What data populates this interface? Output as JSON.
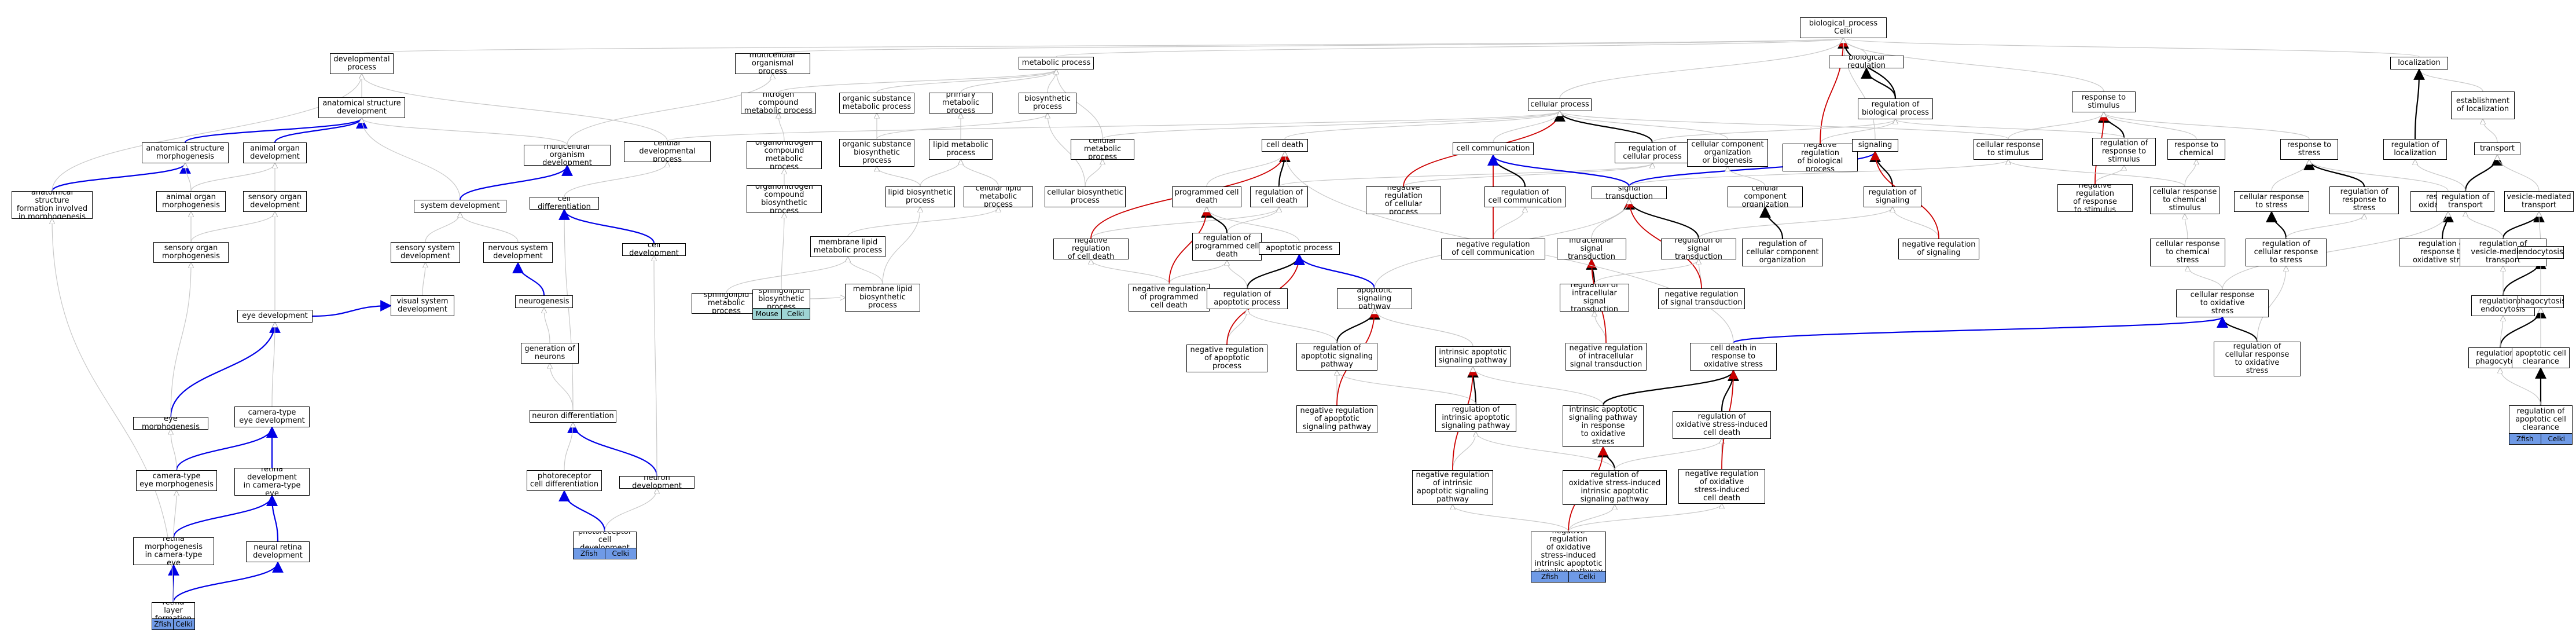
{
  "colors": {
    "is_a": "#c8c8c8",
    "part_of": "#000000",
    "regulates": "#0000e6",
    "negatively_regulates": "#cc0000",
    "annotated_blue": "#6f9ae6",
    "annotated_teal": "#9ed5d5"
  },
  "nodes": [
    {
      "id": "bp",
      "label": "biological_process\nCelki",
      "tags": []
    },
    {
      "id": "breg",
      "label": "biological regulation",
      "tags": []
    },
    {
      "id": "regbp",
      "label": "regulation of\nbiological process",
      "tags": []
    },
    {
      "id": "negregbp",
      "label": "negative regulation\nof biological\nprocess",
      "tags": []
    },
    {
      "id": "cellproc",
      "label": "cellular process",
      "tags": []
    },
    {
      "id": "metab",
      "label": "metabolic process",
      "tags": []
    },
    {
      "id": "multi",
      "label": "multicellular\norganismal process",
      "tags": []
    },
    {
      "id": "dev",
      "label": "developmental\nprocess",
      "tags": []
    },
    {
      "id": "anatdev",
      "label": "anatomical structure\ndevelopment",
      "tags": []
    },
    {
      "id": "anatmorph",
      "label": "anatomical structure\nmorphogenesis",
      "tags": []
    },
    {
      "id": "anatform",
      "label": "anatomical structure\nformation involved\nin morphogenesis",
      "tags": []
    },
    {
      "id": "animorgdev",
      "label": "animal organ\ndevelopment",
      "tags": []
    },
    {
      "id": "animorgmorph",
      "label": "animal organ\nmorphogenesis",
      "tags": []
    },
    {
      "id": "sensorgdev",
      "label": "sensory organ\ndevelopment",
      "tags": []
    },
    {
      "id": "sensorgmorph",
      "label": "sensory organ\nmorphogenesis",
      "tags": []
    },
    {
      "id": "sysdev",
      "label": "system development",
      "tags": []
    },
    {
      "id": "multidev",
      "label": "multicellular\norganism development",
      "tags": []
    },
    {
      "id": "sensys",
      "label": "sensory system\ndevelopment",
      "tags": []
    },
    {
      "id": "visys",
      "label": "visual system\ndevelopment",
      "tags": []
    },
    {
      "id": "eyedev",
      "label": "eye development",
      "tags": []
    },
    {
      "id": "eyemorph",
      "label": "eye morphogenesis",
      "tags": []
    },
    {
      "id": "camdev",
      "label": "camera-type\neye development",
      "tags": []
    },
    {
      "id": "cammorph",
      "label": "camera-type\neye morphogenesis",
      "tags": []
    },
    {
      "id": "retinadev",
      "label": "retina development\nin camera-type\neye",
      "tags": []
    },
    {
      "id": "retinamorph",
      "label": "retina morphogenesis\nin camera-type\neye",
      "tags": []
    },
    {
      "id": "neuralretina",
      "label": "neural retina\ndevelopment",
      "tags": []
    },
    {
      "id": "retlayer",
      "label": "retina layer\nformation",
      "tags": [
        "Zfish",
        "Celki"
      ]
    },
    {
      "id": "nervsys",
      "label": "nervous system\ndevelopment",
      "tags": []
    },
    {
      "id": "neurogen",
      "label": "neurogenesis",
      "tags": []
    },
    {
      "id": "genneur",
      "label": "generation of\nneurons",
      "tags": []
    },
    {
      "id": "neurdiff",
      "label": "neuron differentiation",
      "tags": []
    },
    {
      "id": "neurdev",
      "label": "neuron development",
      "tags": []
    },
    {
      "id": "photodiff",
      "label": "photoreceptor\ncell differentiation",
      "tags": []
    },
    {
      "id": "photodev",
      "label": "photoreceptor\ncell development",
      "tags": [
        "Zfish",
        "Celki"
      ]
    },
    {
      "id": "celldiff",
      "label": "cell differentiation",
      "tags": []
    },
    {
      "id": "celldev",
      "label": "cell development",
      "tags": []
    },
    {
      "id": "celldevproc",
      "label": "cellular developmental\nprocess",
      "tags": []
    },
    {
      "id": "nitro",
      "label": "nitrogen compound\nmetabolic process",
      "tags": []
    },
    {
      "id": "orgsub",
      "label": "organic substance\nmetabolic process",
      "tags": []
    },
    {
      "id": "primmet",
      "label": "primary metabolic\nprocess",
      "tags": []
    },
    {
      "id": "biosyn",
      "label": "biosynthetic\nprocess",
      "tags": []
    },
    {
      "id": "organonit",
      "label": "organonitrogen\ncompound metabolic\nprocess",
      "tags": []
    },
    {
      "id": "organonitbio",
      "label": "organonitrogen\ncompound biosynthetic\nprocess",
      "tags": []
    },
    {
      "id": "orgsubbio",
      "label": "organic substance\nbiosynthetic\nprocess",
      "tags": []
    },
    {
      "id": "lipmet",
      "label": "lipid metabolic\nprocess",
      "tags": []
    },
    {
      "id": "lipbio",
      "label": "lipid biosynthetic\nprocess",
      "tags": []
    },
    {
      "id": "celllipmet",
      "label": "cellular lipid\nmetabolic process",
      "tags": []
    },
    {
      "id": "cellmet",
      "label": "cellular metabolic\nprocess",
      "tags": []
    },
    {
      "id": "cellbio",
      "label": "cellular biosynthetic\nprocess",
      "tags": []
    },
    {
      "id": "memlip",
      "label": "membrane lipid\nmetabolic process",
      "tags": []
    },
    {
      "id": "memlipbio",
      "label": "membrane lipid\nbiosynthetic\nprocess",
      "tags": []
    },
    {
      "id": "sphmet",
      "label": "sphingolipid\nmetabolic process",
      "tags": []
    },
    {
      "id": "sphbio",
      "label": "sphingolipid\nbiosynthetic\nprocess",
      "tags": [
        "Mouse",
        "Celki"
      ]
    },
    {
      "id": "celldeath",
      "label": "cell death",
      "tags": []
    },
    {
      "id": "progcelldeath",
      "label": "programmed cell\ndeath",
      "tags": []
    },
    {
      "id": "regcelldeath",
      "label": "regulation of\ncell death",
      "tags": []
    },
    {
      "id": "negregcelldeath",
      "label": "negative regulation\nof cell death",
      "tags": []
    },
    {
      "id": "regprog",
      "label": "regulation of\nprogrammed cell\ndeath",
      "tags": []
    },
    {
      "id": "negregprog",
      "label": "negative regulation\nof programmed\ncell death",
      "tags": []
    },
    {
      "id": "apop",
      "label": "apoptotic process",
      "tags": []
    },
    {
      "id": "regapop",
      "label": "regulation of\napoptotic process",
      "tags": []
    },
    {
      "id": "negregapop",
      "label": "negative regulation\nof apoptotic\nprocess",
      "tags": []
    },
    {
      "id": "apopsig",
      "label": "apoptotic signaling\npathway",
      "tags": []
    },
    {
      "id": "regapopsig",
      "label": "regulation of\napoptotic signaling\npathway",
      "tags": []
    },
    {
      "id": "negregapopsig",
      "label": "negative regulation\nof apoptotic\nsignaling pathway",
      "tags": []
    },
    {
      "id": "intrapop",
      "label": "intrinsic apoptotic\nsignaling pathway",
      "tags": []
    },
    {
      "id": "regintrapop",
      "label": "regulation of\nintrinsic apoptotic\nsignaling pathway",
      "tags": []
    },
    {
      "id": "negregintrapop",
      "label": "negative regulation\nof intrinsic\napoptotic signaling\npathway",
      "tags": []
    },
    {
      "id": "negregcellproc",
      "label": "negative regulation\nof cellular\nprocess",
      "tags": []
    },
    {
      "id": "regcellproc",
      "label": "regulation of\ncellular process",
      "tags": []
    },
    {
      "id": "cellcomm",
      "label": "cell communication",
      "tags": []
    },
    {
      "id": "regcellcomm",
      "label": "regulation of\ncell communication",
      "tags": []
    },
    {
      "id": "negregcellcomm",
      "label": "negative regulation\nof cell communication",
      "tags": []
    },
    {
      "id": "sigtrans",
      "label": "signal transduction",
      "tags": []
    },
    {
      "id": "regsigtrans",
      "label": "regulation of\nsignal transduction",
      "tags": []
    },
    {
      "id": "negregsigtrans",
      "label": "negative regulation\nof signal transduction",
      "tags": []
    },
    {
      "id": "intrasig",
      "label": "intracellular\nsignal transduction",
      "tags": []
    },
    {
      "id": "regintrasig",
      "label": "regulation of\nintracellular\nsignal transduction",
      "tags": []
    },
    {
      "id": "negregintrasig",
      "label": "negative regulation\nof intracellular\nsignal transduction",
      "tags": []
    },
    {
      "id": "cellcomporg",
      "label": "cellular component\norganization\nor biogenesis",
      "tags": []
    },
    {
      "id": "cellcomporg2",
      "label": "cellular component\norganization",
      "tags": []
    },
    {
      "id": "regcellcomporg",
      "label": "regulation of\ncellular component\norganization",
      "tags": []
    },
    {
      "id": "signaling",
      "label": "signaling",
      "tags": []
    },
    {
      "id": "regsignaling",
      "label": "regulation of\nsignaling",
      "tags": []
    },
    {
      "id": "negregsignaling",
      "label": "negative regulation\nof signaling",
      "tags": []
    },
    {
      "id": "cellrespstim",
      "label": "cellular response\nto stimulus",
      "tags": []
    },
    {
      "id": "respstim",
      "label": "response to\nstimulus",
      "tags": []
    },
    {
      "id": "regrespstim",
      "label": "regulation of\nresponse to\nstimulus",
      "tags": []
    },
    {
      "id": "negregrespstim",
      "label": "negative regulation\nof response\nto stimulus",
      "tags": []
    },
    {
      "id": "respchem",
      "label": "response to\nchemical",
      "tags": []
    },
    {
      "id": "cellrespchem",
      "label": "cellular response\nto chemical\nstimulus",
      "tags": []
    },
    {
      "id": "respstress",
      "label": "response to\nstress",
      "tags": []
    },
    {
      "id": "cellrespstress",
      "label": "cellular response\nto stress",
      "tags": []
    },
    {
      "id": "regrespstress",
      "label": "regulation of\nresponse to\nstress",
      "tags": []
    },
    {
      "id": "regcellrespstress",
      "label": "regulation of\ncellular response\nto stress",
      "tags": []
    },
    {
      "id": "respox",
      "label": "response to\noxidative stress",
      "tags": []
    },
    {
      "id": "regrespox",
      "label": "regulation of\nresponse to\noxidative stress",
      "tags": []
    },
    {
      "id": "cellrespchemstress",
      "label": "cellular response\nto chemical\nstress",
      "tags": []
    },
    {
      "id": "cellrespox",
      "label": "cellular response\nto oxidative\nstress",
      "tags": []
    },
    {
      "id": "regcellrespox",
      "label": "regulation of\ncellular response\nto oxidative\nstress",
      "tags": []
    },
    {
      "id": "celldeathox",
      "label": "cell death in\nresponse to\noxidative stress",
      "tags": []
    },
    {
      "id": "intrapopox",
      "label": "intrinsic apoptotic\nsignaling pathway\nin response\nto oxidative\nstress",
      "tags": []
    },
    {
      "id": "regoxdeath",
      "label": "regulation of\noxidative stress-induced\ncell death",
      "tags": []
    },
    {
      "id": "regoxintr",
      "label": "regulation of\noxidative stress-induced\nintrinsic apoptotic\nsignaling pathway",
      "tags": []
    },
    {
      "id": "negregoxdeath",
      "label": "negative regulation\nof oxidative\nstress-induced\ncell death",
      "tags": []
    },
    {
      "id": "negregoxintr",
      "label": "negative regulation\nof oxidative\nstress-induced\nintrinsic apoptotic\nsignaling pathway",
      "tags": [
        "Zfish",
        "Celki"
      ]
    },
    {
      "id": "localization",
      "label": "localization",
      "tags": []
    },
    {
      "id": "estloc",
      "label": "establishment\nof localization",
      "tags": []
    },
    {
      "id": "regloc",
      "label": "regulation of\nlocalization",
      "tags": []
    },
    {
      "id": "transport",
      "label": "transport",
      "tags": []
    },
    {
      "id": "regtransport",
      "label": "regulation of\ntransport",
      "tags": []
    },
    {
      "id": "vesicle",
      "label": "vesicle-mediated\ntransport",
      "tags": []
    },
    {
      "id": "regvesicle",
      "label": "regulation of\nvesicle-mediated\ntransport",
      "tags": []
    },
    {
      "id": "endocytosis",
      "label": "endocytosis",
      "tags": []
    },
    {
      "id": "regendo",
      "label": "regulation of\nendocytosis",
      "tags": []
    },
    {
      "id": "phago",
      "label": "phagocytosis",
      "tags": []
    },
    {
      "id": "regphago",
      "label": "regulation of\nphagocytosis",
      "tags": []
    },
    {
      "id": "apopclear",
      "label": "apoptotic cell\nclearance",
      "tags": []
    },
    {
      "id": "regapopclear",
      "label": "regulation of\napoptotic cell\nclearance",
      "tags": [
        "Zfish",
        "Celki"
      ]
    }
  ]
}
